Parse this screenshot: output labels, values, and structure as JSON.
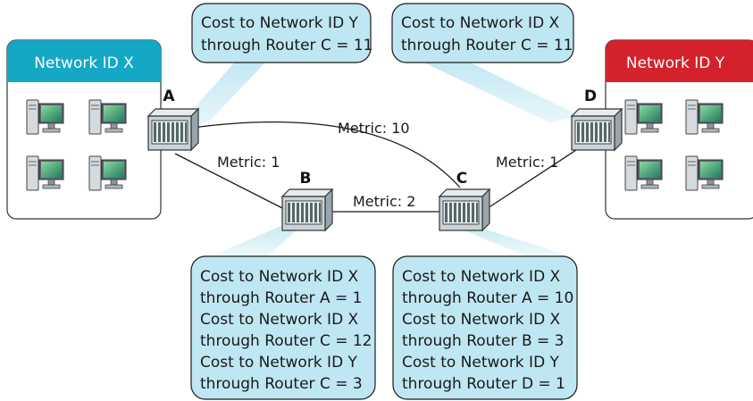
{
  "networks": {
    "x": {
      "title": "Network ID X",
      "header_color": "#14a8c6"
    },
    "y": {
      "title": "Network ID Y",
      "header_color": "#d3222b"
    }
  },
  "routers": {
    "a": "A",
    "b": "B",
    "c": "C",
    "d": "D"
  },
  "metrics": {
    "a_c": "Metric: 10",
    "a_b": "Metric: 1",
    "b_c": "Metric: 2",
    "c_d": "Metric: 1"
  },
  "callouts": {
    "router_a": [
      "Cost to Network ID Y",
      "through Router C = 11"
    ],
    "router_d": [
      "Cost to Network ID X",
      "through Router C = 11"
    ],
    "router_b": [
      "Cost to Network ID X",
      "through Router A = 1",
      "Cost to Network ID X",
      "through Router C = 12",
      "Cost to Network ID Y",
      "through Router C = 3"
    ],
    "router_c": [
      "Cost to Network ID X",
      "through Router A = 10",
      "Cost to Network ID X",
      "through Router B = 3",
      "Cost to Network ID Y",
      "through Router D = 1"
    ]
  },
  "colors": {
    "callout_fill": "#bfe6f3",
    "callout_stroke": "#1a1a1a",
    "link": "#1a1a1a",
    "router_body": "#c9d2d8",
    "monitor_screen": "#2f9a6a"
  },
  "icons": [
    "router-icon",
    "computer-icon"
  ]
}
